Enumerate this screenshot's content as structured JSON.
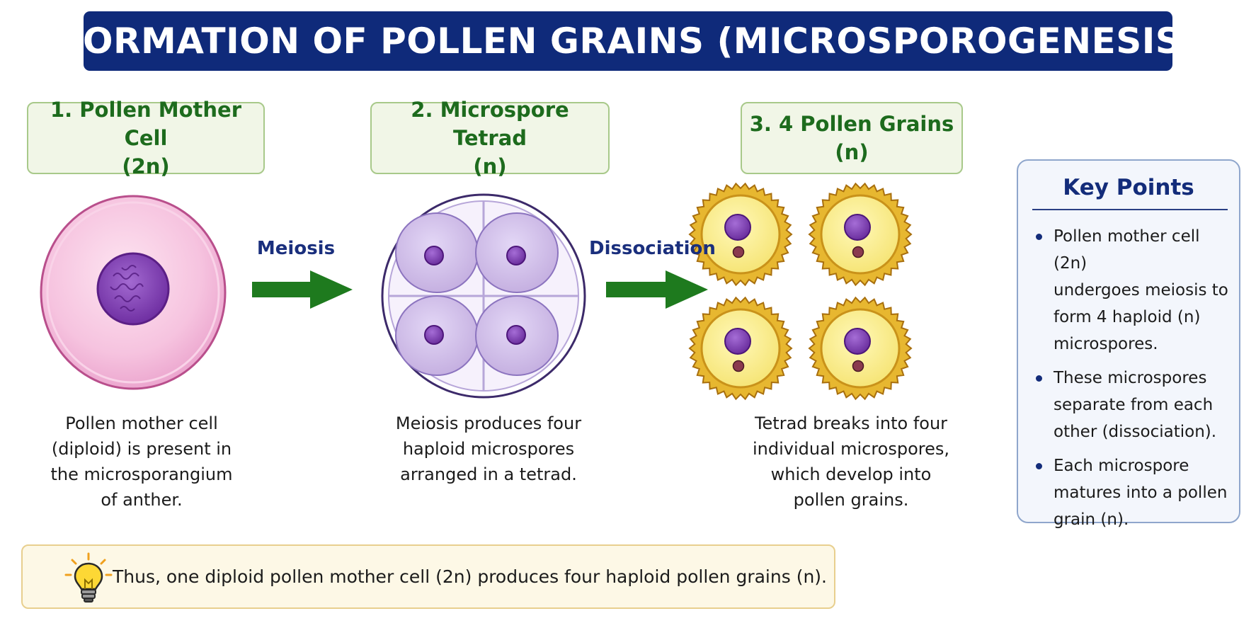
{
  "title": "FORMATION OF POLLEN GRAINS (MICROSPOROGENESIS)",
  "steps": [
    {
      "line1": "1. Pollen Mother Cell",
      "line2": "(2n)",
      "desc": [
        "Pollen mother cell",
        "(diploid) is present in",
        "the microsporangium",
        "of anther."
      ]
    },
    {
      "line1": "2. Microspore Tetrad",
      "line2": "(n)",
      "desc": [
        "Meiosis produces four",
        "haploid microspores",
        "arranged in a tetrad."
      ]
    },
    {
      "line1": "3. 4 Pollen Grains",
      "line2": "(n)",
      "desc": [
        "Tetrad breaks into four",
        "individual microspores,",
        "which develop into",
        "pollen grains."
      ]
    }
  ],
  "arrows": [
    {
      "label": "Meiosis",
      "color": "#1e7a1e"
    },
    {
      "label": "Dissociation",
      "color": "#1e7a1e"
    }
  ],
  "key_points": {
    "title": "Key Points",
    "items": [
      [
        "Pollen mother cell (2n)",
        "undergoes meiosis to",
        "form 4 haploid (n)",
        "microspores."
      ],
      [
        "These microspores",
        "separate from each",
        "other (dissociation)."
      ],
      [
        "Each microspore",
        "matures into a pollen",
        "grain (n)."
      ]
    ]
  },
  "summary": {
    "text": "Thus, one diploid pollen mother cell (2n) produces four haploid pollen grains (n).",
    "icon": "lightbulb-icon"
  },
  "colors": {
    "title_bg": "#0f2a7a",
    "step_text": "#1d6b1d",
    "mother_cell": "#f7c6e0",
    "microspore": "#cbb8ea",
    "nucleus": "#7b3fb0",
    "pollen_wall": "#e7b730",
    "pollen_fill": "#fbef8a"
  }
}
